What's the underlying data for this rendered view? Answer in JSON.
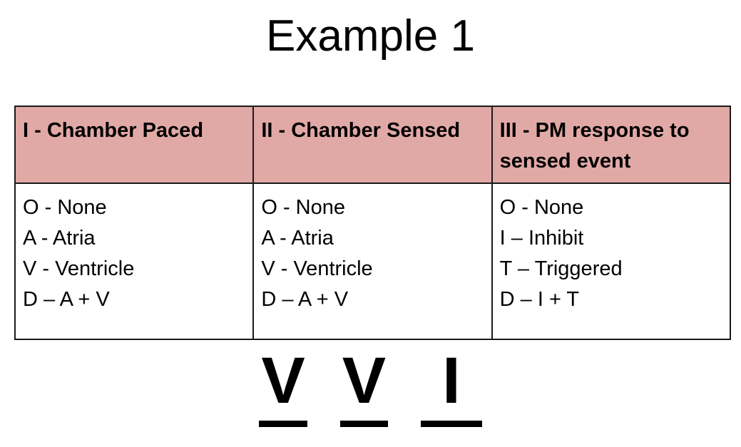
{
  "slide": {
    "title": "Example 1"
  },
  "table": {
    "headers": [
      "I - Chamber Paced",
      "II - Chamber Sensed",
      "III - PM response to sensed event"
    ],
    "body": [
      [
        "O - None",
        "A - Atria",
        "V - Ventricle",
        "D – A + V"
      ],
      [
        "O - None",
        "A - Atria",
        "V - Ventricle",
        "D – A + V"
      ],
      [
        "O - None",
        "I – Inhibit",
        "T – Triggered",
        "D – I + T"
      ]
    ]
  },
  "answer": {
    "letters": [
      "V",
      "V",
      "I"
    ]
  },
  "colors": {
    "header_background": "#e1a9a6",
    "table_border": "#1a1a1a",
    "text": "#000000",
    "background": "#ffffff"
  }
}
